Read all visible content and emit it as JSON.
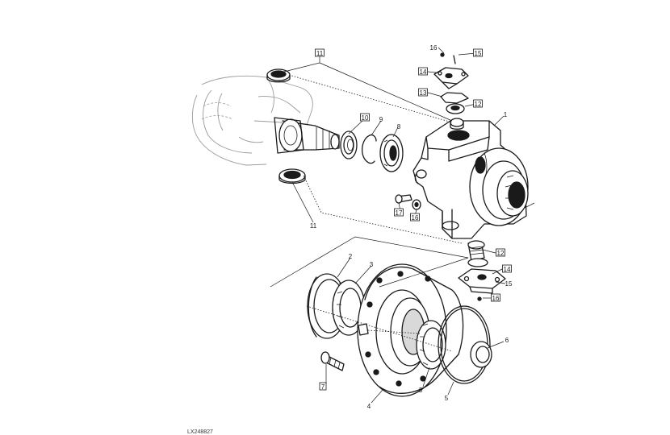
{
  "figure": {
    "callouts": [
      {
        "id": "11a",
        "text": "11",
        "boxed": true
      },
      {
        "id": "11b",
        "text": "11",
        "boxed": false
      },
      {
        "id": "16a",
        "text": "16",
        "boxed": false
      },
      {
        "id": "15a",
        "text": "15",
        "boxed": true
      },
      {
        "id": "14a",
        "text": "14",
        "boxed": true
      },
      {
        "id": "13a",
        "text": "13",
        "boxed": true
      },
      {
        "id": "12a",
        "text": "12",
        "boxed": true
      },
      {
        "id": "1",
        "text": "1",
        "boxed": false
      },
      {
        "id": "10",
        "text": "10",
        "boxed": true
      },
      {
        "id": "9",
        "text": "9",
        "boxed": false
      },
      {
        "id": "8",
        "text": "8",
        "boxed": false
      },
      {
        "id": "17",
        "text": "17",
        "boxed": true
      },
      {
        "id": "16b",
        "text": "16",
        "boxed": true
      },
      {
        "id": "12b",
        "text": "12",
        "boxed": true
      },
      {
        "id": "14b",
        "text": "14",
        "boxed": true
      },
      {
        "id": "15b",
        "text": "15",
        "boxed": false
      },
      {
        "id": "16c",
        "text": "16",
        "boxed": true
      },
      {
        "id": "2",
        "text": "2",
        "boxed": false
      },
      {
        "id": "3a",
        "text": "3",
        "boxed": false
      },
      {
        "id": "6",
        "text": "6",
        "boxed": false
      },
      {
        "id": "7",
        "text": "7",
        "boxed": true
      },
      {
        "id": "3b",
        "text": "3",
        "boxed": false
      },
      {
        "id": "5",
        "text": "5",
        "boxed": false
      },
      {
        "id": "4",
        "text": "4",
        "boxed": false
      }
    ],
    "image_code": "LX248827"
  }
}
